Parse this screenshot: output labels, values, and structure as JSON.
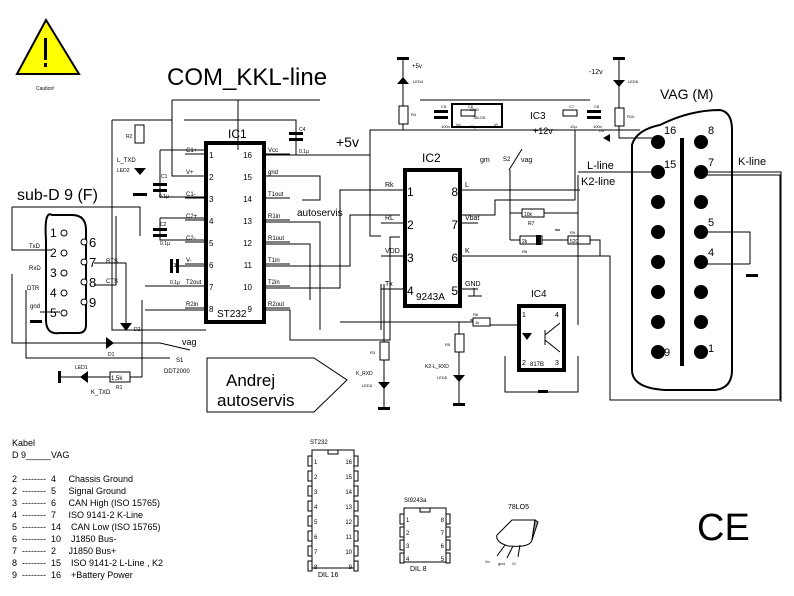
{
  "title": "COM_KKL-line",
  "caution": {
    "label": "Caution!"
  },
  "connectors": {
    "subd": {
      "title": "sub-D 9 (F)",
      "pins_left": [
        "1",
        "2",
        "3",
        "4",
        "5"
      ],
      "pins_right": [
        "6",
        "7",
        "8",
        "9"
      ],
      "signals": {
        "txd": "TxD",
        "rxd": "RxD",
        "dtr": "DTR",
        "gnd": "gnd",
        "rts": "RTS",
        "cts": "CTS"
      }
    },
    "vag": {
      "title": "VAG (M)",
      "pin_labels": [
        "16",
        "8",
        "15",
        "7",
        "5",
        "4",
        "9",
        "1"
      ],
      "lines": {
        "l_line": "L-line",
        "k2_line": "K2-line",
        "k_line": "K-line"
      }
    }
  },
  "ic1": {
    "name": "IC1",
    "part": "ST232",
    "left_pins": [
      {
        "num": "1",
        "name": "C1+"
      },
      {
        "num": "2",
        "name": "V+"
      },
      {
        "num": "3",
        "name": "C1-"
      },
      {
        "num": "4",
        "name": "C2+"
      },
      {
        "num": "5",
        "name": "C2-"
      },
      {
        "num": "6",
        "name": "V-"
      },
      {
        "num": "7",
        "name": "T2out"
      },
      {
        "num": "8",
        "name": "R2in"
      }
    ],
    "right_pins": [
      {
        "num": "16",
        "name": "Vcc"
      },
      {
        "num": "15",
        "name": "gnd"
      },
      {
        "num": "14",
        "name": "T1out"
      },
      {
        "num": "13",
        "name": "R1in"
      },
      {
        "num": "12",
        "name": "R1out"
      },
      {
        "num": "11",
        "name": "T1in"
      },
      {
        "num": "10",
        "name": "T2in"
      },
      {
        "num": "9",
        "name": "R2out"
      }
    ]
  },
  "ic2": {
    "name": "IC2",
    "part": "9243A",
    "left_pins": [
      {
        "num": "1",
        "name": "Rk"
      },
      {
        "num": "2",
        "name": "RL"
      },
      {
        "num": "3",
        "name": "VDD"
      },
      {
        "num": "4",
        "name": "Tx"
      }
    ],
    "right_pins": [
      {
        "num": "8",
        "name": "L"
      },
      {
        "num": "7",
        "name": "Vbat"
      },
      {
        "num": "6",
        "name": "K"
      },
      {
        "num": "5",
        "name": "GND"
      }
    ]
  },
  "ic3": {
    "name": "IC3",
    "part": "78LO5",
    "pins": [
      "GND",
      "Vo",
      "Vi"
    ]
  },
  "ic4": {
    "name": "IC4",
    "part": "817B",
    "pins": [
      "1",
      "2",
      "3",
      "4"
    ]
  },
  "labels": {
    "plus5v": "+5v",
    "plus5v_small": "+5v",
    "plus12v": "+12v",
    "minus12v": "-12v",
    "autoservis": "autoservis",
    "gm": "gm",
    "s2": "S2",
    "vag_sw": "vag",
    "vag_s1": "vag",
    "s1": "S1",
    "ddt2000": "DDT2000",
    "l_txd": "L_TXD",
    "k_txd": "K_TXD",
    "k_rxd": "K_RXD",
    "k2l_rxd": "K2-L_RXD"
  },
  "components": {
    "c1": {
      "ref": "C1",
      "value": "0.1µ"
    },
    "c2": {
      "ref": "C2",
      "value": "0.1µ"
    },
    "c3": {
      "ref": "C3",
      "value": "0.1µ"
    },
    "c4": {
      "ref": "C4",
      "value": "0.1µ"
    },
    "c5": {
      "ref": "C5",
      "value": "100n"
    },
    "c6": {
      "ref": "C6",
      "value": "10µ"
    },
    "c7": {
      "ref": "C7",
      "value": "10µ"
    },
    "c8": {
      "ref": "C8",
      "value": "100n"
    },
    "r1": {
      "ref": "R1",
      "value": "1,5k"
    },
    "r2": {
      "ref": "R2",
      "value": "1k"
    },
    "r3": {
      "ref": "R3",
      "value": "1k"
    },
    "r4": {
      "ref": "R4",
      "value": "1k"
    },
    "r5": {
      "ref": "R5",
      "value": "1k"
    },
    "r6": {
      "ref": "R6",
      "value": "1k"
    },
    "r7": {
      "ref": "R7",
      "value": "10k"
    },
    "r8": {
      "ref": "R8",
      "value": "2k"
    },
    "r9": {
      "ref": "R9",
      "value": "520"
    },
    "r10": {
      "ref": "R10",
      "value": "1k"
    },
    "d1": "D1",
    "d2": "D2",
    "d3": "D3",
    "led1": "LED1",
    "led2": "LED2",
    "led3": "LED3",
    "led4": "LED4",
    "led5": "LED5",
    "led6": "LED6"
  },
  "banner": {
    "line1": "Andrej",
    "line2": "autoservis"
  },
  "cable": {
    "title": "Kabel",
    "header": "D 9_____VAG",
    "rows": [
      {
        "d9": "2",
        "vag": "4",
        "desc": "Chassis Ground"
      },
      {
        "d9": "2",
        "vag": "5",
        "desc": "Signal Ground"
      },
      {
        "d9": "3",
        "vag": "6",
        "desc": "CAN High (ISO 15765)"
      },
      {
        "d9": "4",
        "vag": "7",
        "desc": "ISO 9141-2 K-Line"
      },
      {
        "d9": "5",
        "vag": "14",
        "desc": "CAN Low (ISO 15765)"
      },
      {
        "d9": "6",
        "vag": "10",
        "desc": "J1850 Bus-"
      },
      {
        "d9": "7",
        "vag": "2",
        "desc": "J1850 Bus+"
      },
      {
        "d9": "8",
        "vag": "15",
        "desc": "ISO 9141-2 L-Line , K2"
      },
      {
        "d9": "9",
        "vag": "16",
        "desc": "+Battery Power"
      }
    ]
  },
  "packages": {
    "dil16": {
      "title": "ST232",
      "caption": "DIL 16",
      "left": [
        "1",
        "2",
        "3",
        "4",
        "5",
        "6",
        "7",
        "8"
      ],
      "right": [
        "16",
        "15",
        "14",
        "13",
        "12",
        "11",
        "10",
        "9"
      ]
    },
    "dil8": {
      "title": "SI9243a",
      "caption": "DIL 8",
      "left": [
        "1",
        "2",
        "3",
        "4"
      ],
      "right": [
        "8",
        "7",
        "6",
        "5"
      ]
    },
    "to92": {
      "title": "78LO5",
      "pins": [
        "Vo",
        "gnd",
        "Vi"
      ]
    }
  },
  "ce_mark": "CE"
}
